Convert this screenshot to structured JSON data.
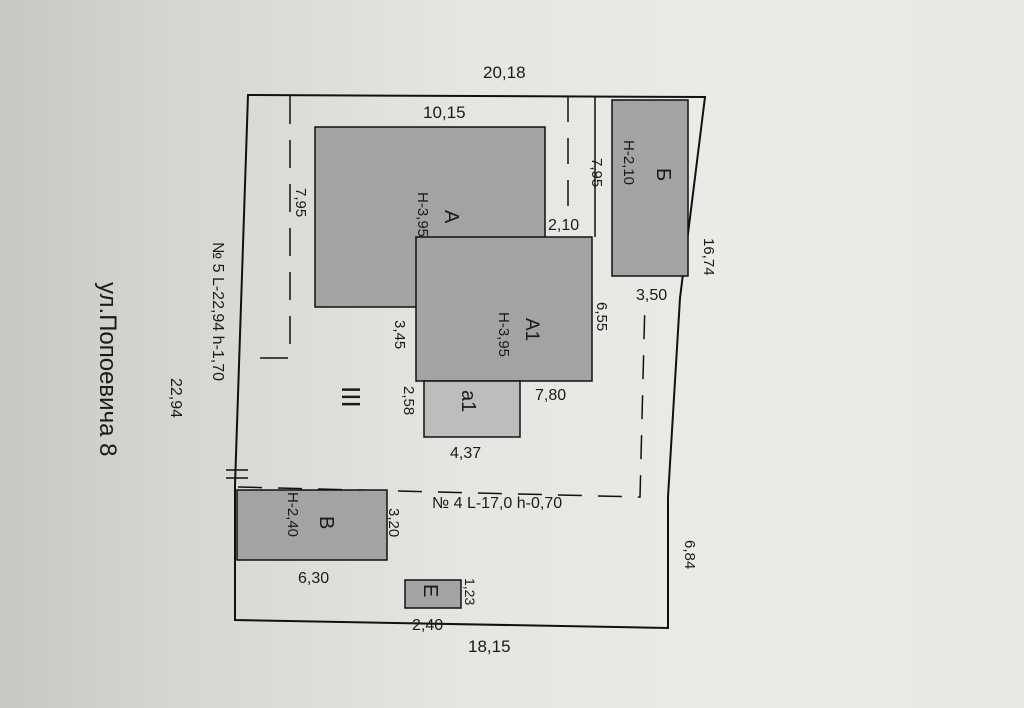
{
  "street": "ул.Попоевича 8",
  "dims": {
    "top_total": "20,18",
    "a_width": "10,15",
    "a_left": "7,95",
    "b_left": "7,95",
    "a_notch": "2,10",
    "right_side": "16,74",
    "b_bottom": "3,50",
    "a1_right": "6,55",
    "a1_left": "3,45",
    "a1_bottom": "7,80",
    "a_small_left": "2,58",
    "a_small_bottom": "4,37",
    "v_right": "3,20",
    "v_bottom": "6,30",
    "e_right": "1,23",
    "e_bottom": "2,40",
    "bottom_total": "18,15",
    "lower_right": "6,84",
    "left_total": "22,94"
  },
  "fences": {
    "fence5": "№ 5  L-22,94  h-1,70",
    "fence4": "№ 4  L-17,0  h-0,70"
  },
  "buildings": {
    "A": {
      "name": "А",
      "height": "Н-3,95"
    },
    "A1": {
      "name": "А1",
      "height": "Н-3,95"
    },
    "a1": {
      "name": "а1"
    },
    "B": {
      "name": "Б",
      "height": "Н-2,10"
    },
    "V": {
      "name": "В",
      "height": "Н-2,40"
    },
    "E": {
      "name": "Е"
    }
  },
  "yard_marker": "III",
  "colors": {
    "building_fill": "#a3a3a3",
    "line": "#111111"
  }
}
